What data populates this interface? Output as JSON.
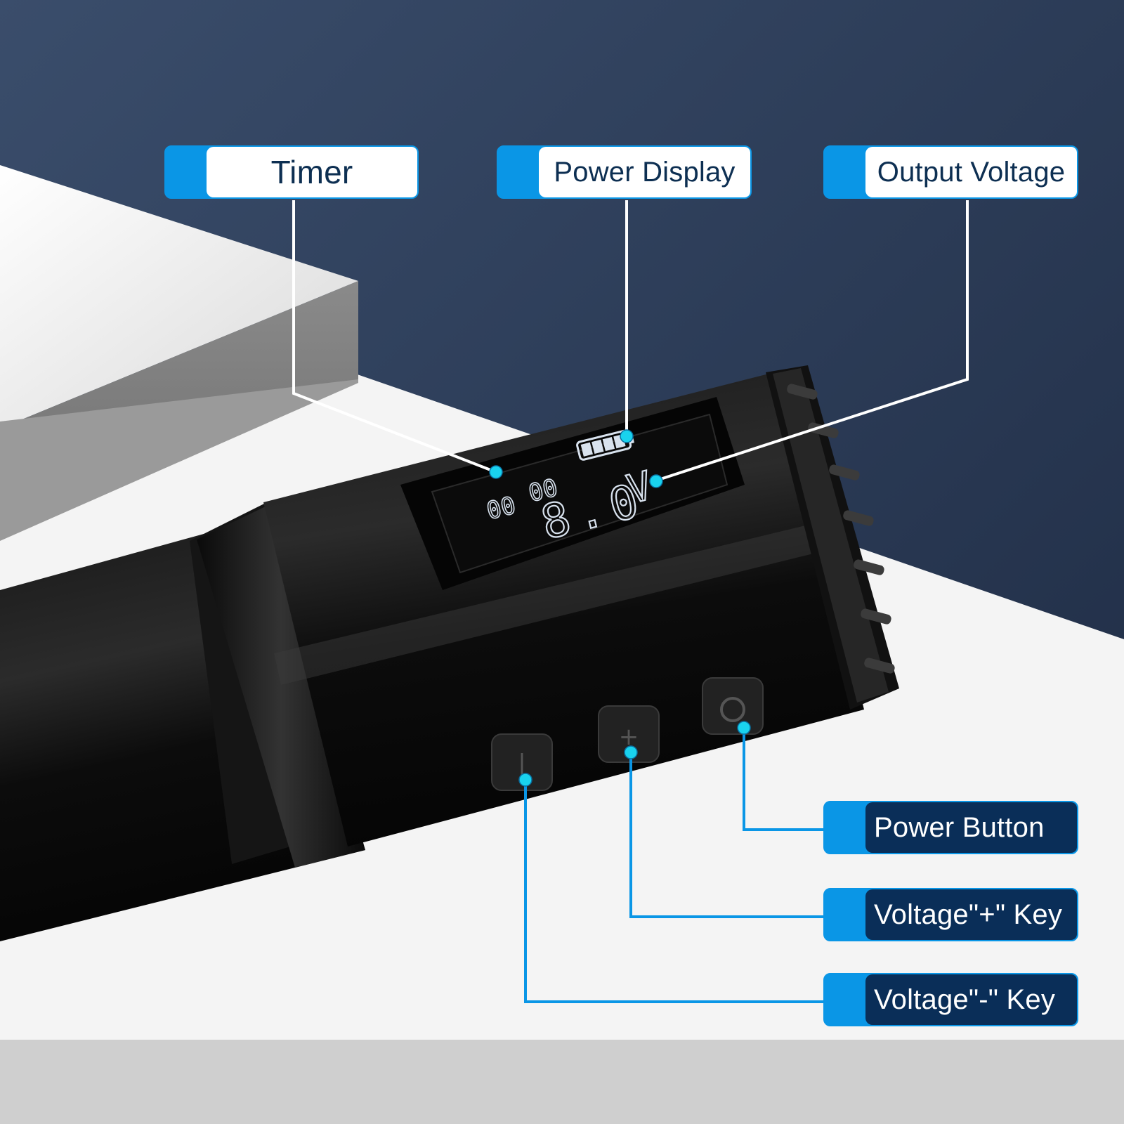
{
  "callouts": {
    "timer": "Timer",
    "power_display": "Power Display",
    "output_voltage": "Output Voltage",
    "power_button": "Power Button",
    "voltage_plus_key": "Voltage\"+\" Key",
    "voltage_minus_key": "Voltage\"-\" Key"
  },
  "display": {
    "timer_minutes": "00",
    "timer_seconds": "00",
    "voltage": "8.0",
    "unit": "V",
    "battery_level": 1.0
  },
  "colors": {
    "accent": "#0a96e6",
    "label_dark": "#0a2e58",
    "background_top": "#2c3d58",
    "marker": "#19d2ee"
  }
}
